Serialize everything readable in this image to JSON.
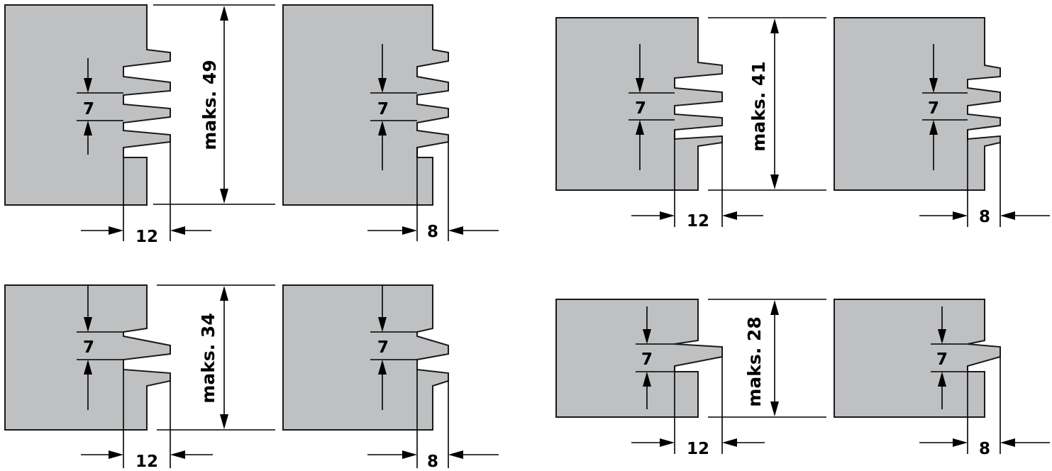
{
  "colors": {
    "part_fill": "#bfc0c2",
    "part_stroke": "#1a1a1a",
    "line": "#000000"
  },
  "diagrams": [
    {
      "id": "d1",
      "tongue_count": 4,
      "pitch_label": "7",
      "height_label": "maks. 49",
      "left_width_label": "12",
      "right_width_label": "8"
    },
    {
      "id": "d2",
      "tongue_count": 3,
      "pitch_label": "7",
      "height_label": "maks. 41",
      "left_width_label": "12",
      "right_width_label": "8"
    },
    {
      "id": "d3",
      "tongue_count": 2,
      "pitch_label": "7",
      "height_label": "maks. 34",
      "left_width_label": "12",
      "right_width_label": "8"
    },
    {
      "id": "d4",
      "tongue_count": 1,
      "pitch_label": "7",
      "height_label": "maks. 28",
      "left_width_label": "12",
      "right_width_label": "8"
    }
  ]
}
